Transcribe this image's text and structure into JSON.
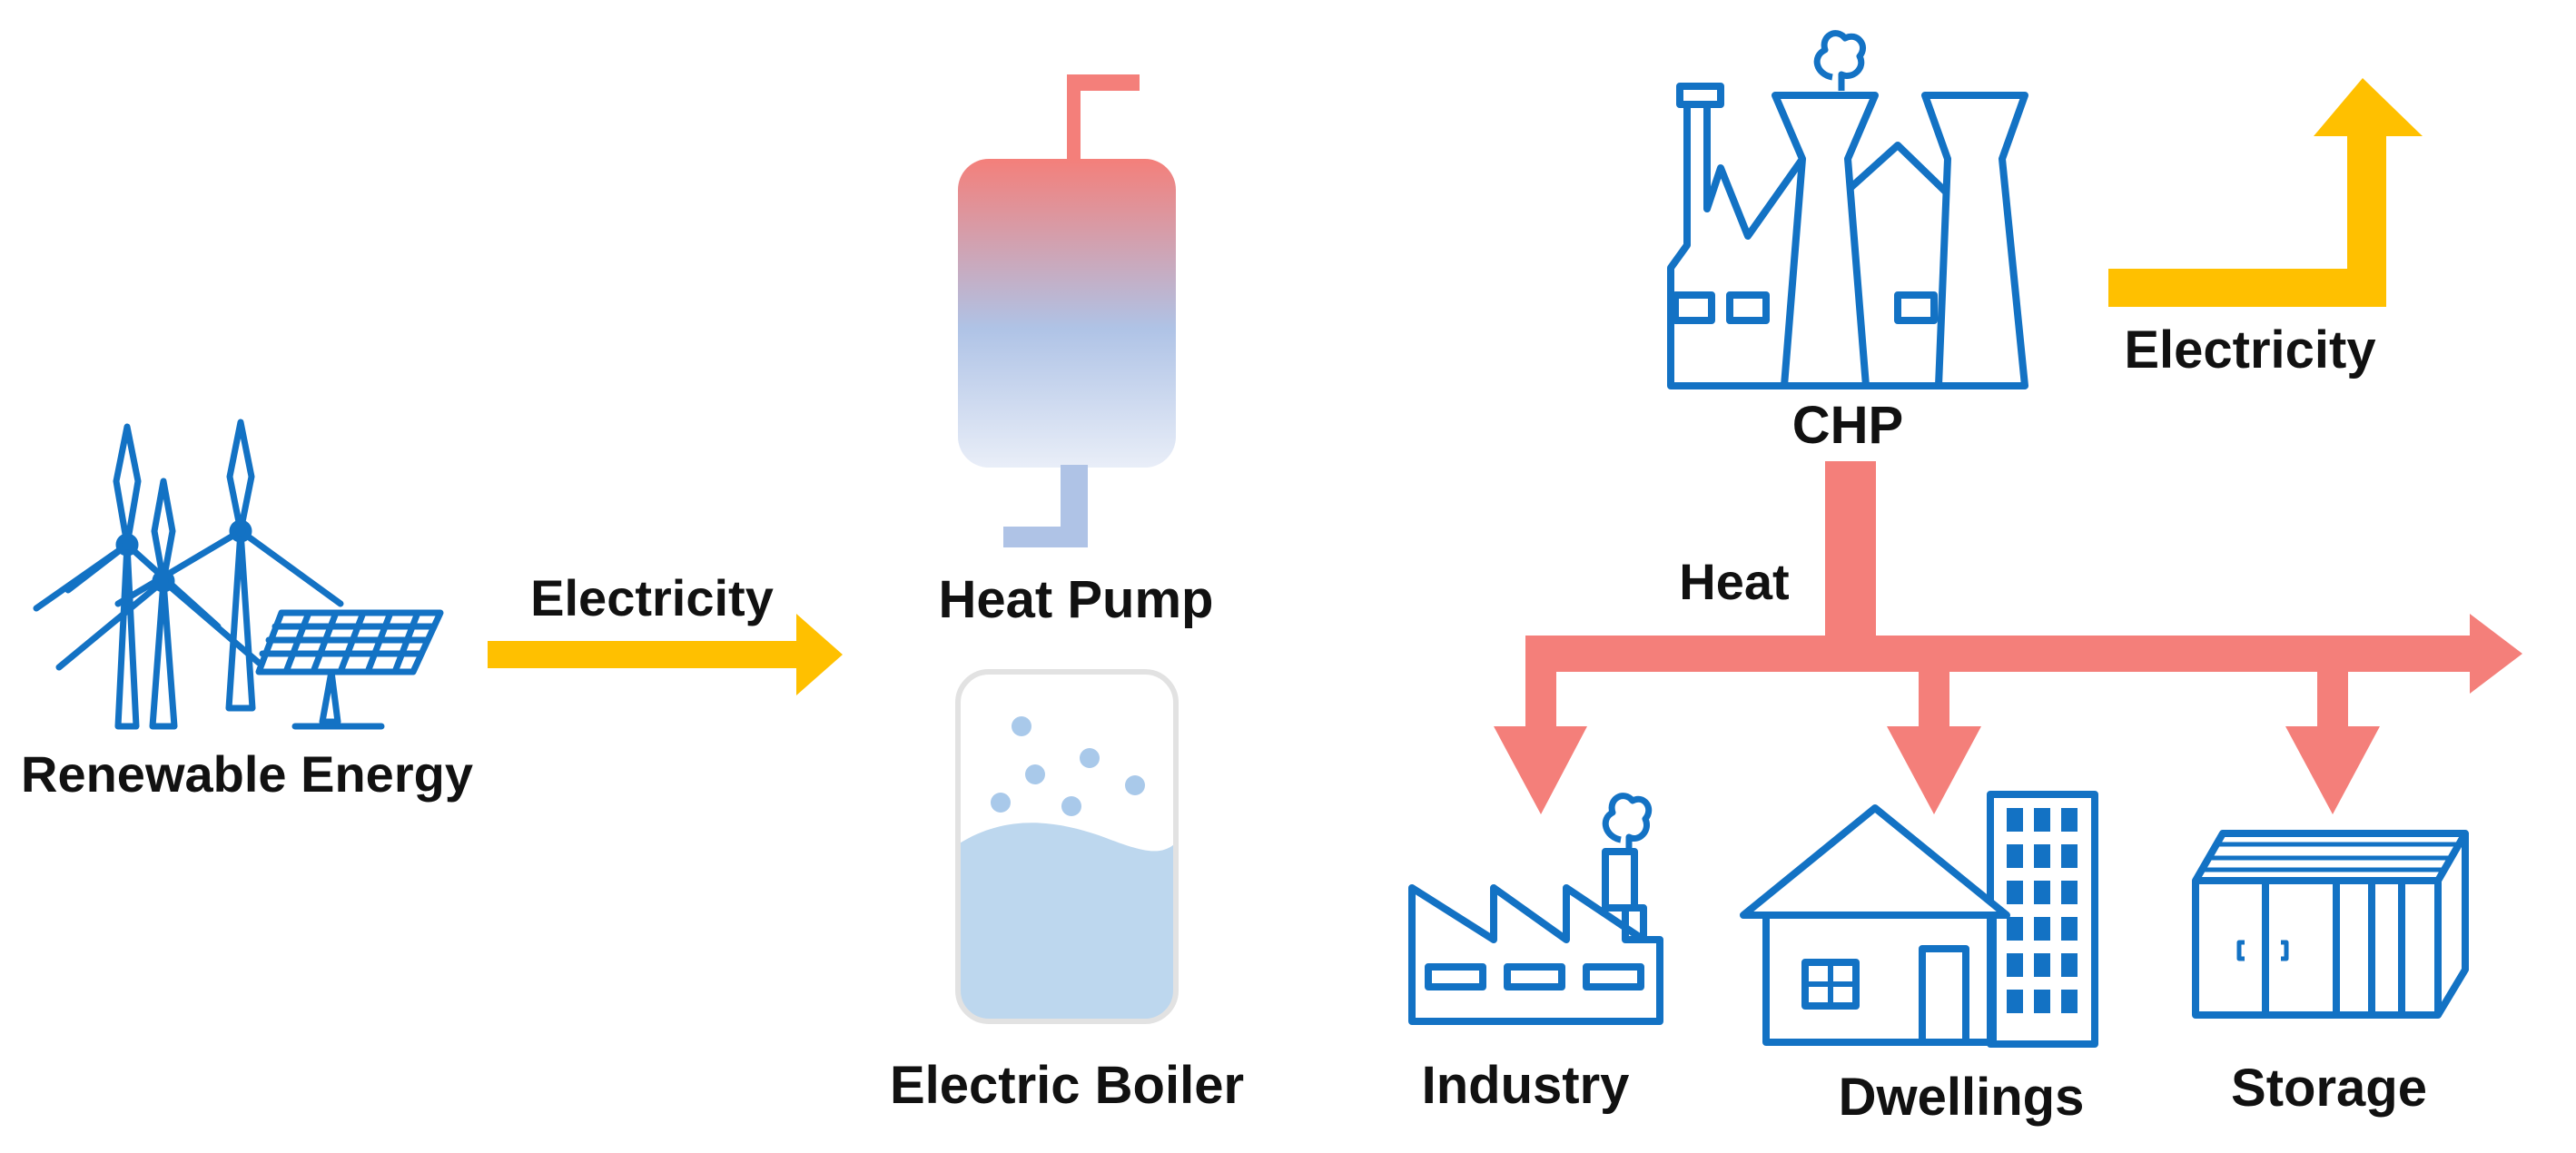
{
  "labels": {
    "renewable_energy": "Renewable Energy",
    "electricity_left": "Electricity",
    "heat_pump": "Heat Pump",
    "electric_boiler": "Electric Boiler",
    "chp": "CHP",
    "electricity_right": "Electricity",
    "heat": "Heat",
    "industry": "Industry",
    "dwellings": "Dwellings",
    "storage": "Storage"
  },
  "icons": {
    "renewable": "wind-turbine-solar-panel-icon",
    "heat_pump": "heat-pump-tank-icon",
    "boiler": "electric-boiler-tank-icon",
    "chp": "chp-plant-icon",
    "industry": "factory-icon",
    "dwellings": "house-building-icon",
    "storage": "storage-container-icon"
  },
  "colors": {
    "icon_blue": "#1372C4",
    "electricity_yellow": "#FFC000",
    "heat_red": "#F47F7A",
    "hp_blue": "#AFC3E6",
    "boiler_fill": "#BDD7EE",
    "boiler_bubble": "#A9C9EA",
    "boiler_outline": "#E2E2E2"
  }
}
